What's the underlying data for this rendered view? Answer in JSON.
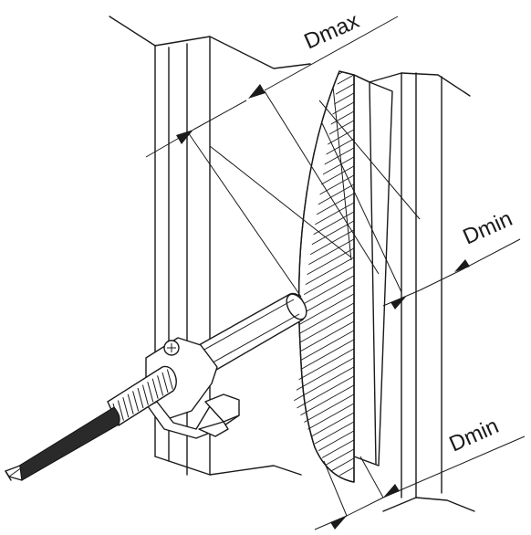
{
  "labels": {
    "dmax": "Dmax",
    "dmin_upper": "Dmin",
    "dmin_lower": "Dmin"
  }
}
